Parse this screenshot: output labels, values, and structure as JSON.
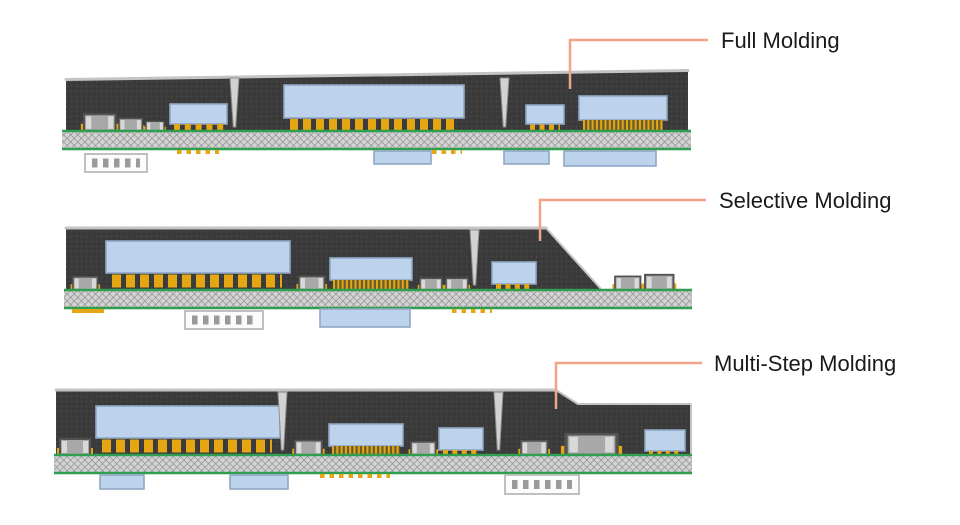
{
  "sections": [
    {
      "id": "full-molding",
      "label": "Full Molding"
    },
    {
      "id": "selective-molding",
      "label": "Selective Molding"
    },
    {
      "id": "multi-step-molding",
      "label": "Multi-Step Molding"
    }
  ],
  "colors": {
    "background": "#ffffff",
    "text": "#1a1a1a",
    "leader": "#f2a385",
    "molding": "#3b3b3b",
    "moldTop": "#c4c4c4",
    "die": "#bdd3ec",
    "dieBorder": "#90a7c5",
    "solder": "#e4a713",
    "finePitchBg": "#6b5e2e",
    "substrateBg": "#d3d3d3",
    "substrateHatch": "#8a8a8a",
    "substrateGreen": "#2f9e4e",
    "gateFill": "#d2d2d2",
    "gateEdge": "#8e8e8e",
    "componentBody": "#a8a8a8",
    "componentEdge": "#525252",
    "componentCap": "#d9d9d9",
    "connectorFill": "#fcfcfc",
    "connectorEdge": "#c0c0c0",
    "connectorPin": "#9a9a9a"
  }
}
